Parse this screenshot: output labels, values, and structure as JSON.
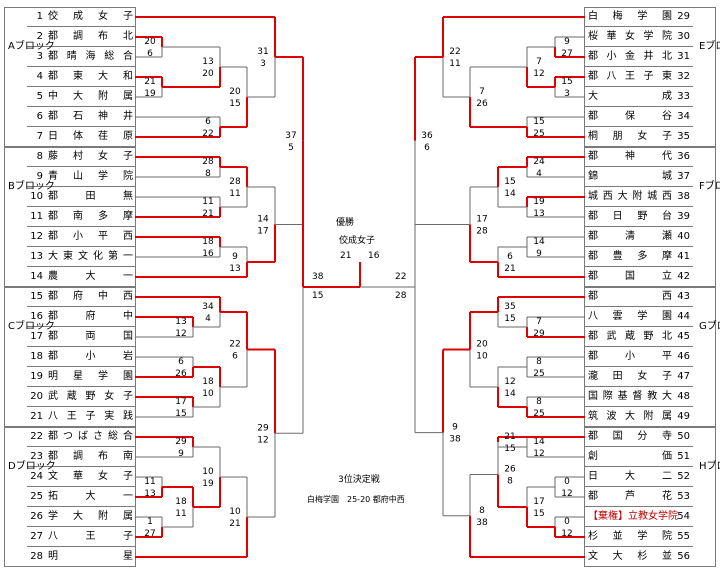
{
  "left_teams": [
    {
      "num": "1",
      "name": "佼成女子"
    },
    {
      "num": "2",
      "name": "都調布北"
    },
    {
      "num": "3",
      "name": "都晴海総合"
    },
    {
      "num": "4",
      "name": "都東大和"
    },
    {
      "num": "5",
      "name": "中大附属"
    },
    {
      "num": "6",
      "name": "都石神井"
    },
    {
      "num": "7",
      "name": "日体荏原"
    },
    {
      "num": "8",
      "name": "藤村女子"
    },
    {
      "num": "9",
      "name": "青山学院"
    },
    {
      "num": "10",
      "name": "都田無"
    },
    {
      "num": "11",
      "name": "都南多摩"
    },
    {
      "num": "12",
      "name": "都小平西"
    },
    {
      "num": "13",
      "name": "大東文化第一"
    },
    {
      "num": "14",
      "name": "農大一"
    },
    {
      "num": "15",
      "name": "都府中西"
    },
    {
      "num": "16",
      "name": "都府中"
    },
    {
      "num": "17",
      "name": "都両国"
    },
    {
      "num": "18",
      "name": "都小岩"
    },
    {
      "num": "19",
      "name": "明星学園"
    },
    {
      "num": "20",
      "name": "武蔵野女子"
    },
    {
      "num": "21",
      "name": "八王子実践"
    },
    {
      "num": "22",
      "name": "都つばさ総合"
    },
    {
      "num": "23",
      "name": "都調布南"
    },
    {
      "num": "24",
      "name": "文華女子"
    },
    {
      "num": "25",
      "name": "拓大一"
    },
    {
      "num": "26",
      "name": "学大附属"
    },
    {
      "num": "27",
      "name": "八王子"
    },
    {
      "num": "28",
      "name": "明星"
    }
  ],
  "right_teams": [
    {
      "num": "29",
      "name": "白梅学園",
      "seed": ""
    },
    {
      "num": "30",
      "name": "桜華女学院",
      "seed": ""
    },
    {
      "num": "31",
      "name": "都小金井北",
      "seed": ""
    },
    {
      "num": "32",
      "name": "都八王子東",
      "seed": ""
    },
    {
      "num": "33",
      "name": "大成",
      "seed": ""
    },
    {
      "num": "34",
      "name": "都保谷",
      "seed": ""
    },
    {
      "num": "35",
      "name": "桐朋女子",
      "seed": ""
    },
    {
      "num": "36",
      "name": "都神代",
      "seed": ""
    },
    {
      "num": "37",
      "name": "錦城",
      "seed": ""
    },
    {
      "num": "38",
      "name": "城西大附城西",
      "seed": ""
    },
    {
      "num": "39",
      "name": "都日野台",
      "seed": ""
    },
    {
      "num": "40",
      "name": "都清瀬",
      "seed": ""
    },
    {
      "num": "41",
      "name": "都豊多摩",
      "seed": ""
    },
    {
      "num": "42",
      "name": "都国立",
      "seed": ""
    },
    {
      "num": "43",
      "name": "都西",
      "seed": ""
    },
    {
      "num": "44",
      "name": "八雲学園",
      "seed": ""
    },
    {
      "num": "45",
      "name": "都武蔵野北",
      "seed": ""
    },
    {
      "num": "46",
      "name": "都小平",
      "seed": ""
    },
    {
      "num": "47",
      "name": "瀧田女子",
      "seed": ""
    },
    {
      "num": "48",
      "name": "国際基督教大",
      "seed": ""
    },
    {
      "num": "49",
      "name": "筑波大附属",
      "seed": ""
    },
    {
      "num": "50",
      "name": "都国分寺",
      "seed": ""
    },
    {
      "num": "51",
      "name": "創価",
      "seed": ""
    },
    {
      "num": "52",
      "name": "日大二",
      "seed": ""
    },
    {
      "num": "53",
      "name": "都芦花",
      "seed": ""
    },
    {
      "num": "54",
      "name": "立教女学院",
      "seed": "【棄権】"
    },
    {
      "num": "55",
      "name": "杉並学院",
      "seed": ""
    },
    {
      "num": "56",
      "name": "文大杉並",
      "seed": ""
    }
  ],
  "blocks_left": [
    "Aブロック",
    "Bブロック",
    "Cブロック",
    "Dブロック"
  ],
  "blocks_right": [
    "Eブロック",
    "Fブロック",
    "Gブロック",
    "Hブロック"
  ],
  "center": {
    "champion_heading": "優勝",
    "champion_name": "佼成女子",
    "final_score_left": "21",
    "final_score_right": "16",
    "semi_left_score_top": "38",
    "semi_left_score_bottom": "15",
    "semi_right_score_top": "22",
    "semi_right_score_bottom": "28",
    "third_place_heading": "3位決定戦",
    "third_place_result": "白梅学園　25-20 都府中西"
  },
  "scores": {
    "r1_left": [
      [
        "20",
        "6"
      ],
      [
        "21",
        "19"
      ],
      [
        "28",
        "8"
      ],
      [
        "11",
        "21"
      ],
      [
        "18",
        "16"
      ],
      [
        "13",
        "12"
      ],
      [
        "6",
        "26"
      ],
      [
        "17",
        "15"
      ],
      [
        "29",
        "9"
      ],
      [
        "11",
        "13"
      ],
      [
        "1",
        "27"
      ]
    ],
    "r2_left": [
      [
        "13",
        "20"
      ],
      [
        "6",
        "22"
      ],
      [
        "28",
        "11"
      ],
      [
        "9",
        "13"
      ],
      [
        "34",
        "4"
      ],
      [
        "18",
        "10"
      ],
      [
        "10",
        "19"
      ],
      [
        "18",
        "11"
      ]
    ],
    "r3_left": [
      [
        "20",
        "15"
      ],
      [
        "14",
        "17"
      ],
      [
        "22",
        "6"
      ],
      [
        "10",
        "21"
      ]
    ],
    "r4_left": [
      [
        "31",
        "3"
      ],
      [
        "29",
        "12"
      ]
    ],
    "r5_left": [
      [
        "37",
        "5"
      ]
    ],
    "r1_right": [
      [
        "9",
        "27"
      ],
      [
        "15",
        "3"
      ],
      [
        "24",
        "4"
      ],
      [
        "19",
        "13"
      ],
      [
        "14",
        "9"
      ],
      [
        "7",
        "29"
      ],
      [
        "8",
        "25"
      ],
      [
        "14",
        "12"
      ],
      [
        "0",
        "12"
      ]
    ],
    "r2_right": [
      [
        "7",
        "12"
      ],
      [
        "15",
        "25"
      ],
      [
        "15",
        "14"
      ],
      [
        "6",
        "21"
      ],
      [
        "35",
        "15"
      ],
      [
        "12",
        "14"
      ],
      [
        "21",
        "15"
      ],
      [
        "17",
        "15"
      ]
    ],
    "r3_right": [
      [
        "7",
        "26"
      ],
      [
        "17",
        "28"
      ],
      [
        "20",
        "10"
      ],
      [
        "26",
        "8"
      ]
    ],
    "r4_right": [
      [
        "22",
        "11"
      ],
      [
        "9",
        "38"
      ]
    ],
    "r5_right": [
      [
        "36",
        "6"
      ]
    ],
    "r_right_h": [
      [
        "8",
        "38"
      ]
    ]
  }
}
